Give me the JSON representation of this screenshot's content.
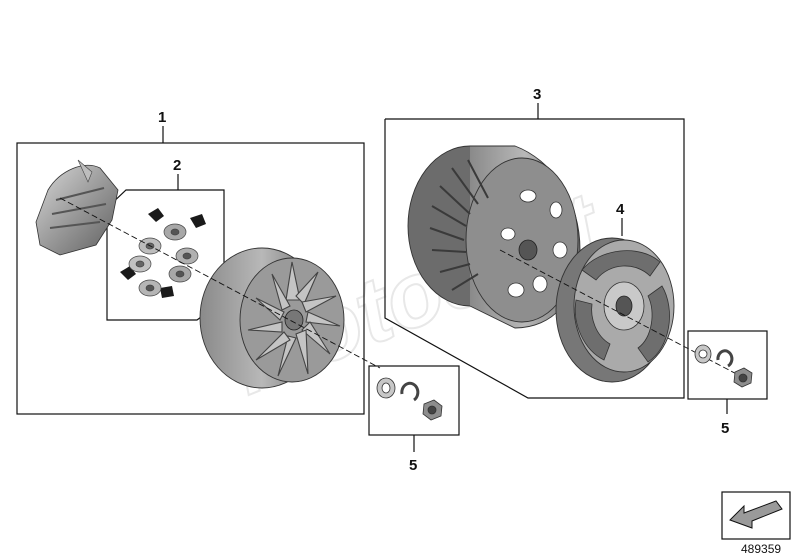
{
  "diagram": {
    "callouts": [
      {
        "id": "1",
        "label": "1"
      },
      {
        "id": "2",
        "label": "2"
      },
      {
        "id": "3",
        "label": "3"
      },
      {
        "id": "4",
        "label": "4"
      },
      {
        "id": "5a",
        "label": "5"
      },
      {
        "id": "5b",
        "label": "5"
      }
    ],
    "watermark": "Motosoft",
    "reference_number": "489359",
    "colors": {
      "line": "#111111",
      "metal_dark": "#6f6f6f",
      "metal_mid": "#9c9c9c",
      "metal_light": "#c9c9c9",
      "black_part": "#1a1a1a"
    }
  }
}
